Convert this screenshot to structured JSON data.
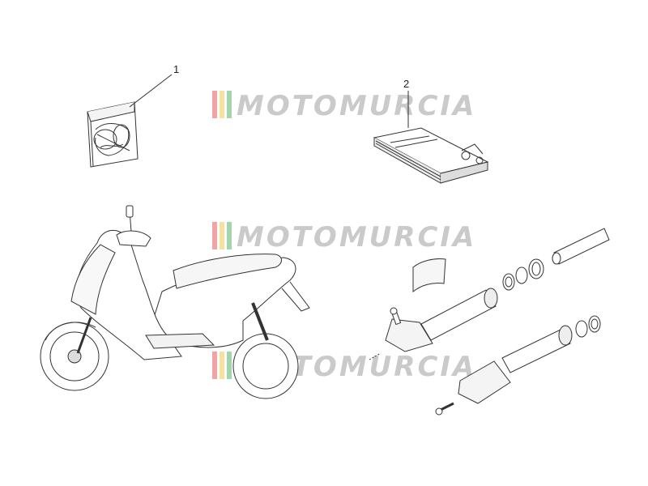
{
  "callouts": [
    {
      "id": "1",
      "label": "1"
    },
    {
      "id": "2",
      "label": "2"
    }
  ],
  "watermark": {
    "text": "MOTOMURCIA",
    "stripe_colors": [
      "#e85a5a",
      "#f2c94c",
      "#58b368"
    ],
    "text_color": "#b7b7b7"
  },
  "parts": [
    {
      "name": "tool-kit-bag",
      "callout": "1"
    },
    {
      "name": "owner-manual-booklet",
      "callout": "2"
    },
    {
      "name": "scooter"
    },
    {
      "name": "front-fork-assembly"
    }
  ],
  "colors": {
    "line": "#333333",
    "fill": "#ffffff"
  }
}
